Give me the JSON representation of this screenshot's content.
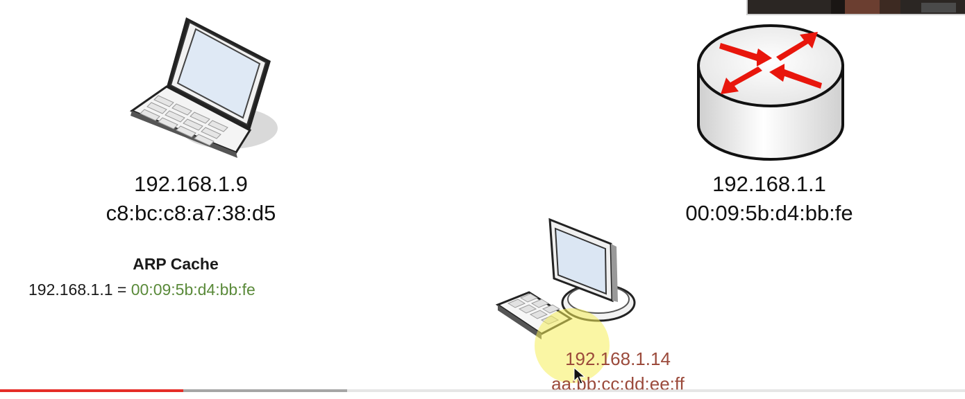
{
  "laptop": {
    "ip": "192.168.1.9",
    "mac": "c8:bc:c8:a7:38:d5"
  },
  "router": {
    "ip": "192.168.1.1",
    "mac": "00:09:5b:d4:bb:fe"
  },
  "arp_cache": {
    "title": "ARP Cache",
    "entry_ip": "192.168.1.1 = ",
    "entry_mac": "00:09:5b:d4:bb:fe",
    "entry_mac_color": "#5a8a3a"
  },
  "attacker": {
    "ip": "192.168.1.14",
    "mac": "aa:bb:cc:dd:ee:ff",
    "label_color": "#9b4a3b"
  },
  "colors": {
    "router_arrows": "#e8160c",
    "highlight": "#f5ee5a",
    "progress_played": "#e52d27"
  },
  "video_progress": {
    "played_fraction": 0.19,
    "buffered_fraction": 0.36
  }
}
